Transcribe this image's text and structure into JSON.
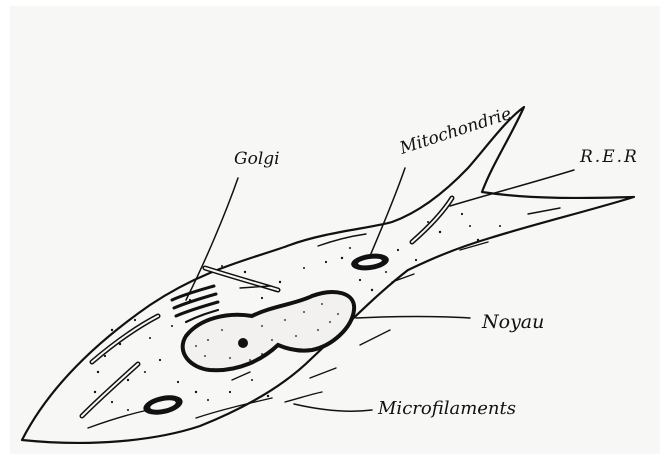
{
  "diagram": {
    "labels": {
      "golgi": "Golgi",
      "mitochondrie": "Mitochondrie",
      "rer": "R.E.R",
      "noyau": "Noyau",
      "microfilaments": "Microfilaments"
    }
  },
  "colors": {
    "paper": "#f7f7f6",
    "ink": "#111111"
  }
}
